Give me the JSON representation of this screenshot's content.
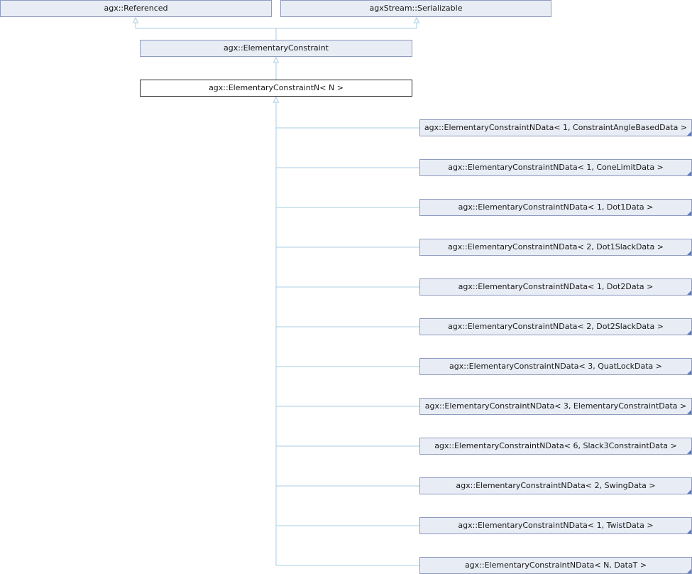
{
  "diagram": {
    "edge_color": "#a9cce3",
    "bases": [
      {
        "id": "referenced",
        "label": "agx::Referenced"
      },
      {
        "id": "serializable",
        "label": "agxStream::Serializable"
      }
    ],
    "parent": {
      "id": "elementary-constraint",
      "label": "agx::ElementaryConstraint"
    },
    "current": {
      "id": "elementary-constraint-n",
      "label": "agx::ElementaryConstraintN< N >"
    },
    "children": [
      {
        "label": "agx::ElementaryConstraintNData< 1, ConstraintAngleBasedData >"
      },
      {
        "label": "agx::ElementaryConstraintNData< 1, ConeLimitData >"
      },
      {
        "label": "agx::ElementaryConstraintNData< 1, Dot1Data >"
      },
      {
        "label": "agx::ElementaryConstraintNData< 2, Dot1SlackData >"
      },
      {
        "label": "agx::ElementaryConstraintNData< 1, Dot2Data >"
      },
      {
        "label": "agx::ElementaryConstraintNData< 2, Dot2SlackData >"
      },
      {
        "label": "agx::ElementaryConstraintNData< 3, QuatLockData >"
      },
      {
        "label": "agx::ElementaryConstraintNData< 3, ElementaryConstraintData >"
      },
      {
        "label": "agx::ElementaryConstraintNData< 6, Slack3ConstraintData >"
      },
      {
        "label": "agx::ElementaryConstraintNData< 2, SwingData >"
      },
      {
        "label": "agx::ElementaryConstraintNData< 1, TwistData >"
      },
      {
        "label": "agx::ElementaryConstraintNData< N, DataT >"
      }
    ]
  }
}
